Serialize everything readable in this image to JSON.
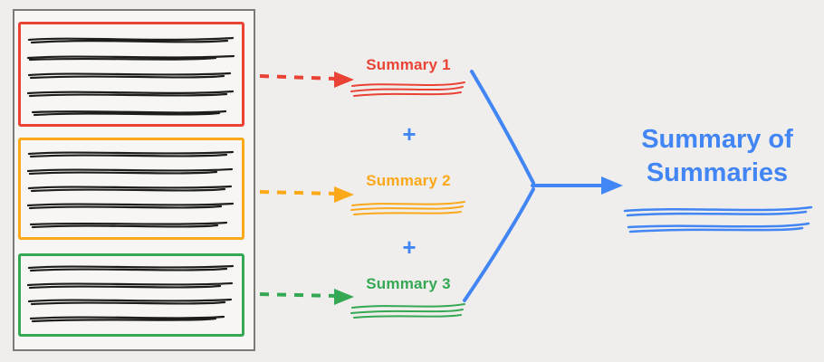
{
  "colors": {
    "red": "#EA4335",
    "orange": "#FBA819",
    "green": "#34A853",
    "blue": "#4285F4",
    "ink": "#1d1d1b",
    "background": "#efeeec"
  },
  "document": {
    "sections": [
      {
        "name": "section-1",
        "color_key": "red",
        "text_lines": 5
      },
      {
        "name": "section-2",
        "color_key": "orange",
        "text_lines": 5
      },
      {
        "name": "section-3",
        "color_key": "green",
        "text_lines": 4
      }
    ]
  },
  "summaries": [
    {
      "label": "Summary 1",
      "color_key": "red"
    },
    {
      "label": "Summary 2",
      "color_key": "orange"
    },
    {
      "label": "Summary 3",
      "color_key": "green"
    }
  ],
  "operators": {
    "plus": "+"
  },
  "result": {
    "lines": [
      "Summary of",
      "Summaries"
    ],
    "color_key": "blue"
  },
  "icons": {
    "section_arrow": "dashed-arrow-right",
    "merge_arrow": "arrow-right"
  }
}
